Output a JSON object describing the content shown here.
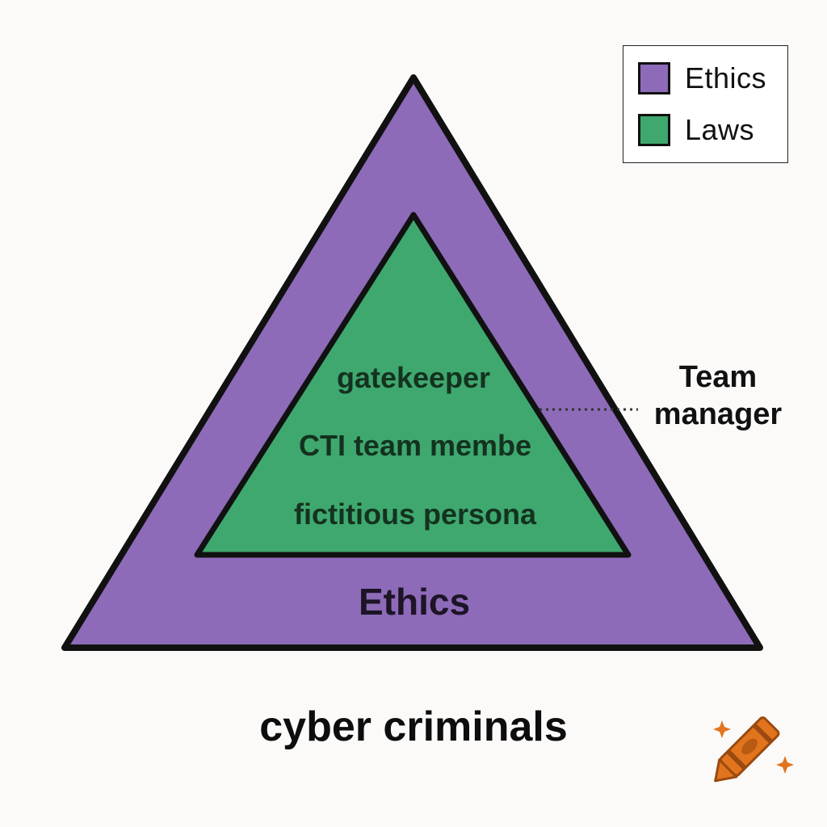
{
  "legend": {
    "items": [
      {
        "label": "Ethics",
        "color": "#8d6bb8"
      },
      {
        "label": "Laws",
        "color": "#3ea86f"
      }
    ]
  },
  "diagram": {
    "outer_layer": {
      "label": "Ethics",
      "color": "#8d6bb8"
    },
    "inner_layer": {
      "color": "#3ea86f",
      "labels": [
        "gatekeeper",
        "CTI team membe",
        "fictitious persona"
      ]
    },
    "side_label": {
      "line1": "Team",
      "line2": "manager"
    },
    "bottom_label": "cyber criminals"
  },
  "icons": {
    "corner": "crayon-icon",
    "crayon_color": "#e2741e"
  }
}
